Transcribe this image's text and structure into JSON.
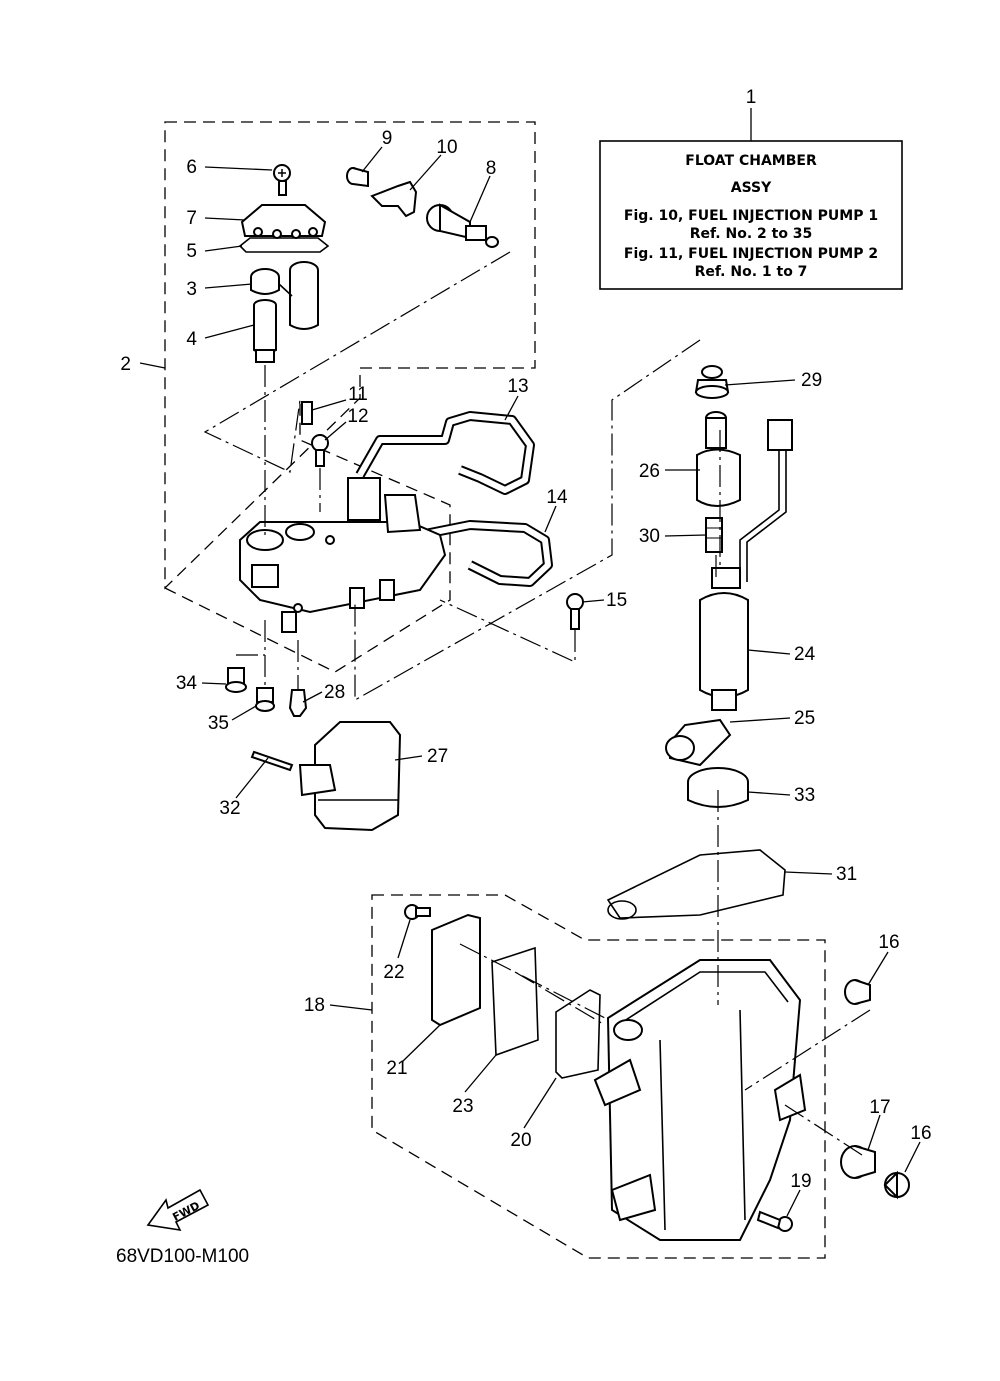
{
  "info_box": {
    "ref_number": "1",
    "line1": "FLOAT CHAMBER",
    "line2": "ASSY",
    "line3": "Fig. 10, FUEL INJECTION PUMP 1",
    "line4": "Ref. No. 2 to 35",
    "line5": "Fig. 11, FUEL INJECTION PUMP 2",
    "line6": "Ref. No. 1 to 7"
  },
  "callouts": {
    "c2": "2",
    "c3": "3",
    "c4": "4",
    "c5": "5",
    "c6": "6",
    "c7": "7",
    "c8": "8",
    "c9": "9",
    "c10": "10",
    "c11": "11",
    "c12": "12",
    "c13": "13",
    "c14": "14",
    "c15": "15",
    "c16a": "16",
    "c16b": "16",
    "c17": "17",
    "c18": "18",
    "c19": "19",
    "c20": "20",
    "c21": "21",
    "c22": "22",
    "c23": "23",
    "c24": "24",
    "c25": "25",
    "c26": "26",
    "c27": "27",
    "c28": "28",
    "c29": "29",
    "c30": "30",
    "c31": "31",
    "c32": "32",
    "c33": "33",
    "c34": "34",
    "c35": "35"
  },
  "fwd_label": "FWD",
  "drawing_code": "68VD100-M100"
}
